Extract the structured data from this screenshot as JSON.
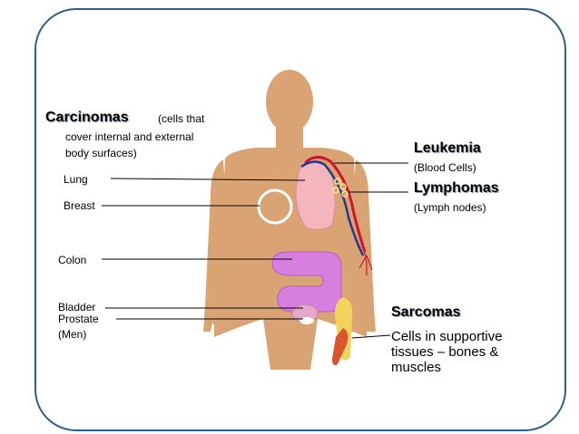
{
  "carcinomas": {
    "title": "Carcinomas",
    "desc_line1": "(cells that",
    "desc_line2": "cover internal and external",
    "desc_line3": "body surfaces)"
  },
  "organs": {
    "lung": "Lung",
    "breast": "Breast",
    "colon": "Colon",
    "bladder": "Bladder",
    "prostate": "Prostate",
    "men": "(Men)"
  },
  "leukemia": {
    "title": "Leukemia",
    "sub": "(Blood Cells)"
  },
  "lymphomas": {
    "title": "Lymphomas",
    "sub": "(Lymph nodes)"
  },
  "sarcomas": {
    "title": "Sarcomas",
    "line1": "Cells in supportive",
    "line2": "tissues – bones &",
    "line3": "muscles"
  },
  "colors": {
    "panel_border": "#2e5e86",
    "body": "#d9a373",
    "lung": "#f3b6bd",
    "colon": "#d77fe0",
    "bladder": "#e7a8c9",
    "bone": "#f2d45c",
    "muscle": "#d9552b",
    "blood_red": "#d0142c",
    "blood_blue": "#243a8c"
  }
}
